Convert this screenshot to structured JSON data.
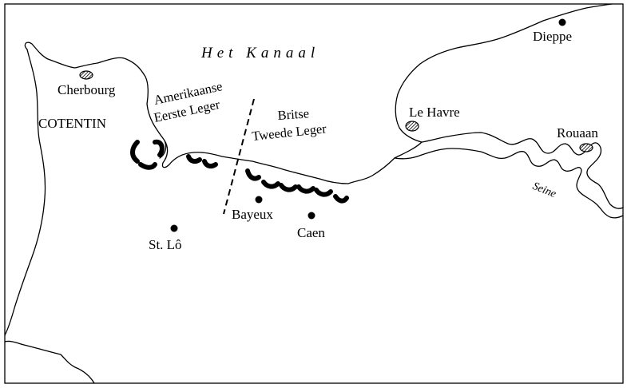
{
  "sea": "Het Kanaal",
  "peninsula": "COTENTIN",
  "armies": {
    "american_line1": "Amerikaanse",
    "american_line2": "Eerste Leger",
    "british_line1": "Britse",
    "british_line2": "Tweede Leger"
  },
  "towns": {
    "cherbourg": "Cherbourg",
    "dieppe": "Dieppe",
    "le_havre": "Le Havre",
    "rouaan": "Rouaan",
    "bayeux": "Bayeux",
    "caen": "Caen",
    "st_lo": "St. Lô"
  },
  "river": "Seine"
}
